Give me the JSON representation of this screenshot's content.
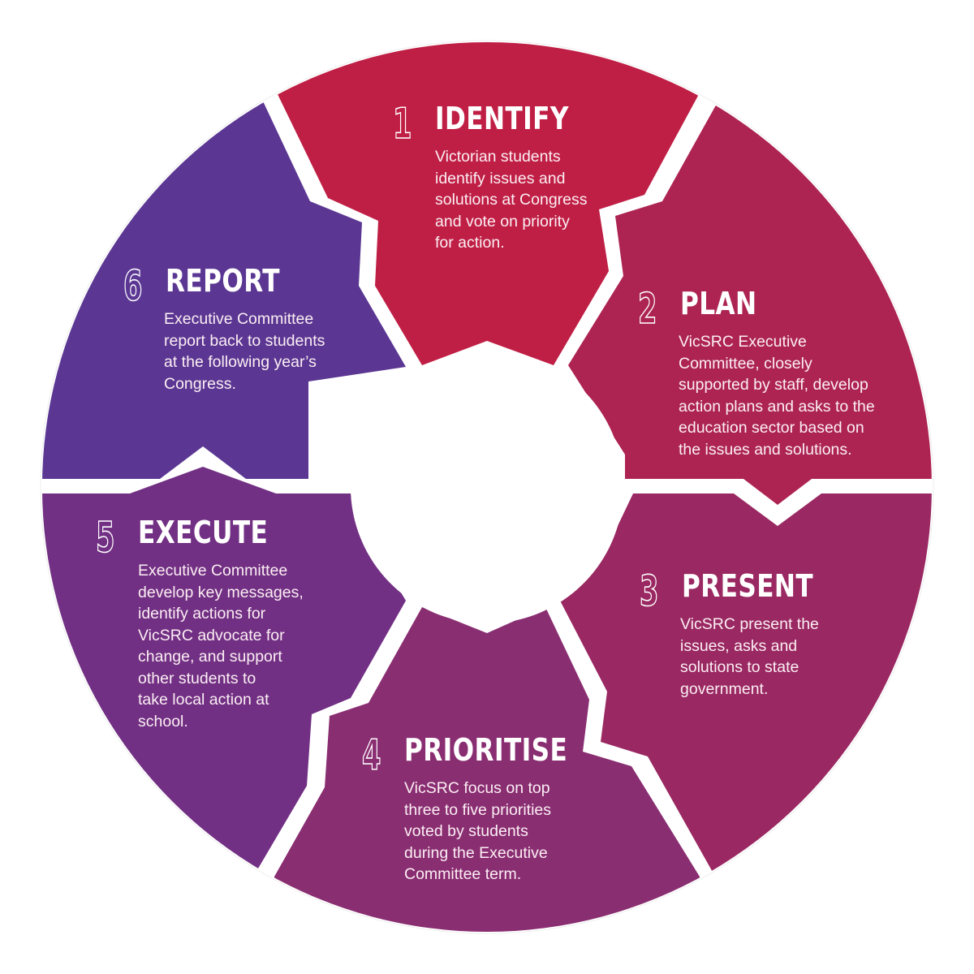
{
  "diagram": {
    "type": "cycle",
    "center_hole": true,
    "steps": [
      {
        "number": "1",
        "title": "IDENTIFY",
        "body": "Victorian students\nidentify issues and\nsolutions at Congress\nand vote on priority\nfor action.",
        "color": "#C01F45"
      },
      {
        "number": "2",
        "title": "PLAN",
        "body": "VicSRC Executive\nCommittee, closely\nsupported by staff, develop\naction plans and asks to the\neducation sector based on\nthe issues and solutions.",
        "color": "#AD2453"
      },
      {
        "number": "3",
        "title": "PRESENT",
        "body": "VicSRC present the\nissues, asks and\nsolutions to state\ngovernment.",
        "color": "#9A2862"
      },
      {
        "number": "4",
        "title": "PRIORITISE",
        "body": "VicSRC focus on top\nthree to five priorities\nvoted by students\nduring the Executive\nCommittee term.",
        "color": "#8A2E72"
      },
      {
        "number": "5",
        "title": "EXECUTE",
        "body": "Executive Committee\ndevelop key messages,\nidentify actions for\nVicSRC advocate for\nchange, and support\nother students to\ntake local action at\nschool.",
        "color": "#723084"
      },
      {
        "number": "6",
        "title": "REPORT",
        "body": "Executive Committee\nreport back to students\nat the following year’s\nCongress.",
        "color": "#5B3793"
      }
    ]
  }
}
